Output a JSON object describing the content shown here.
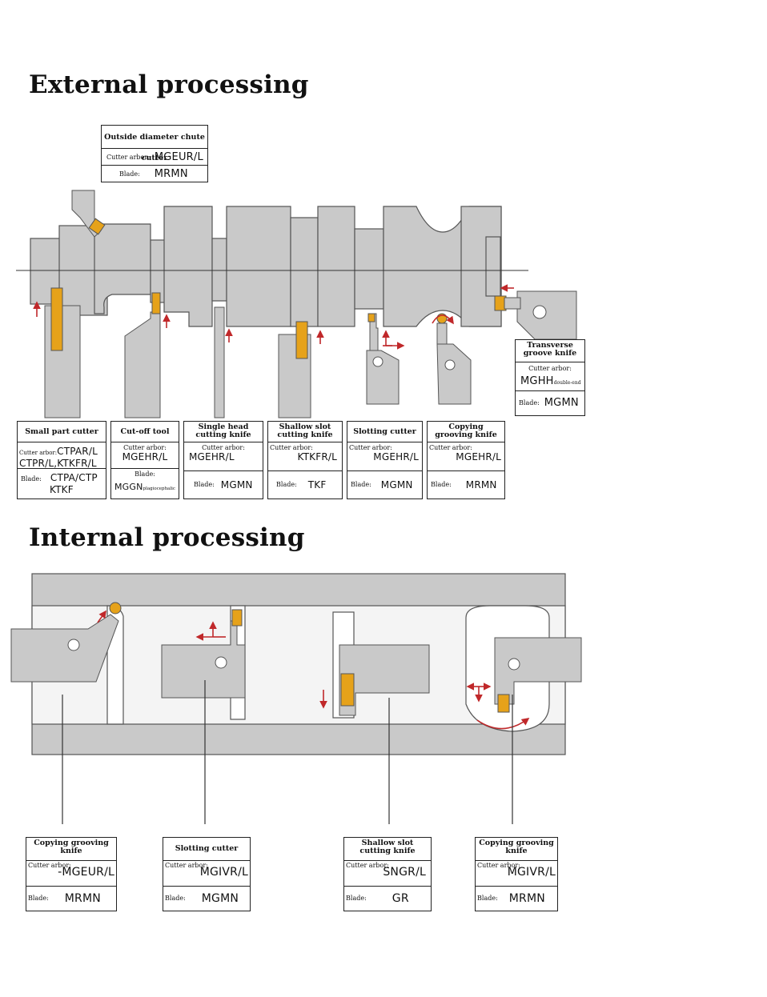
{
  "external": {
    "heading": "External processing",
    "top_box": {
      "title": "Outside diameter chute cutter",
      "arbor_label": "Cutter arbor:",
      "arbor": "MGEUR/L",
      "blade_label": "Blade:",
      "blade": "MRMN"
    },
    "right_box": {
      "title": "Transverse groove knife",
      "arbor_label": "Cutter arbor:",
      "arbor": "MGHH",
      "arbor_suffix": "double-end",
      "blade_label": "Blade:",
      "blade": "MGMN"
    },
    "bottom_boxes": [
      {
        "title": "Small part cutter",
        "arbor_label": "Cutter arbor:",
        "arbor": "CTPAR/L",
        "arbor2": "CTPR/L,KTKFR/L",
        "blade_label": "Blade:",
        "blade": "CTPA/CTP",
        "blade2": "KTKF"
      },
      {
        "title": "Cut-off tool",
        "arbor_label": "Cutter arbor:",
        "arbor": "MGEHR/L",
        "blade_label": "Blade:",
        "blade": "MGGN",
        "blade_suffix": "plagiocephalic"
      },
      {
        "title": "Single head cutting knife",
        "arbor_label": "Cutter arbor:",
        "arbor": "MGEHR/L",
        "blade_label": "Blade:",
        "blade": "MGMN"
      },
      {
        "title": "Shallow slot cutting knife",
        "arbor_label": "Cutter arbor:",
        "arbor": "KTKFR/L",
        "blade_label": "Blade:",
        "blade": "TKF"
      },
      {
        "title": "Slotting cutter",
        "arbor_label": "Cutter arbor:",
        "arbor": "MGEHR/L",
        "blade_label": "Blade:",
        "blade": "MGMN"
      },
      {
        "title": "Copying grooving knife",
        "arbor_label": "Cutter arbor:",
        "arbor": "MGEHR/L",
        "blade_label": "Blade:",
        "blade": "MRMN"
      }
    ]
  },
  "internal": {
    "heading": "Internal processing",
    "boxes": [
      {
        "title": "Copying grooving knife",
        "arbor_label": "Cutter arbor:",
        "arbor": "-MGEUR/L",
        "blade_label": "Blade:",
        "blade": "MRMN"
      },
      {
        "title": "Slotting cutter",
        "arbor_label": "Cutter arbor:",
        "arbor": "MGIVR/L",
        "blade_label": "Blade:",
        "blade": "MGMN"
      },
      {
        "title": "Shallow slot cutting knife",
        "arbor_label": "Cutter arbor:",
        "arbor": "SNGR/L",
        "blade_label": "Blade:",
        "blade": "GR"
      },
      {
        "title": "Copying grooving knife",
        "arbor_label": "Cutter arbor:",
        "arbor": "MGIVR/L",
        "blade_label": "Blade:",
        "blade": "MRMN"
      }
    ]
  },
  "colors": {
    "metal": "#c9c9c9",
    "metal_dark": "#9a9a9a",
    "insert": "#e6a21a",
    "arrow": "#c0282a",
    "outline": "#333333"
  }
}
